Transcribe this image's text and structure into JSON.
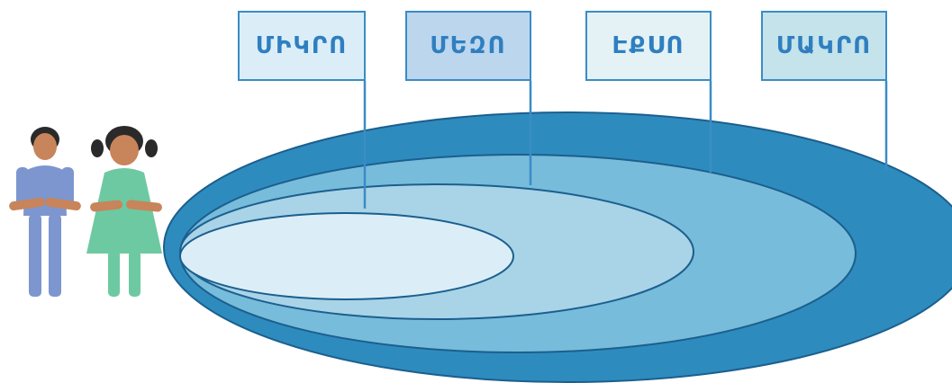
{
  "diagram": {
    "levels": [
      {
        "key": "micro",
        "label": "ՄԻԿՐՈ",
        "fill": "#dbeef8"
      },
      {
        "key": "meso",
        "label": "ՄԵԶՈ",
        "fill": "#bcd6ee"
      },
      {
        "key": "exo",
        "label": "ԷՔՍՈ",
        "fill": "#e4f2f6"
      },
      {
        "key": "macro",
        "label": "ՄԱԿՐՈ",
        "fill": "#c4e3ea"
      }
    ],
    "ellipse_colors": {
      "outer": "#2e8bbd",
      "second": "#78bcdb",
      "third": "#a9d3e7",
      "inner": "#dbeef8",
      "stroke": "#1b5f8e"
    },
    "children": {
      "boy_color": "#7d96cf",
      "girl_color": "#6dc9a1",
      "skin_color": "#c8845a",
      "hair_color": "#2a2a2a"
    }
  }
}
